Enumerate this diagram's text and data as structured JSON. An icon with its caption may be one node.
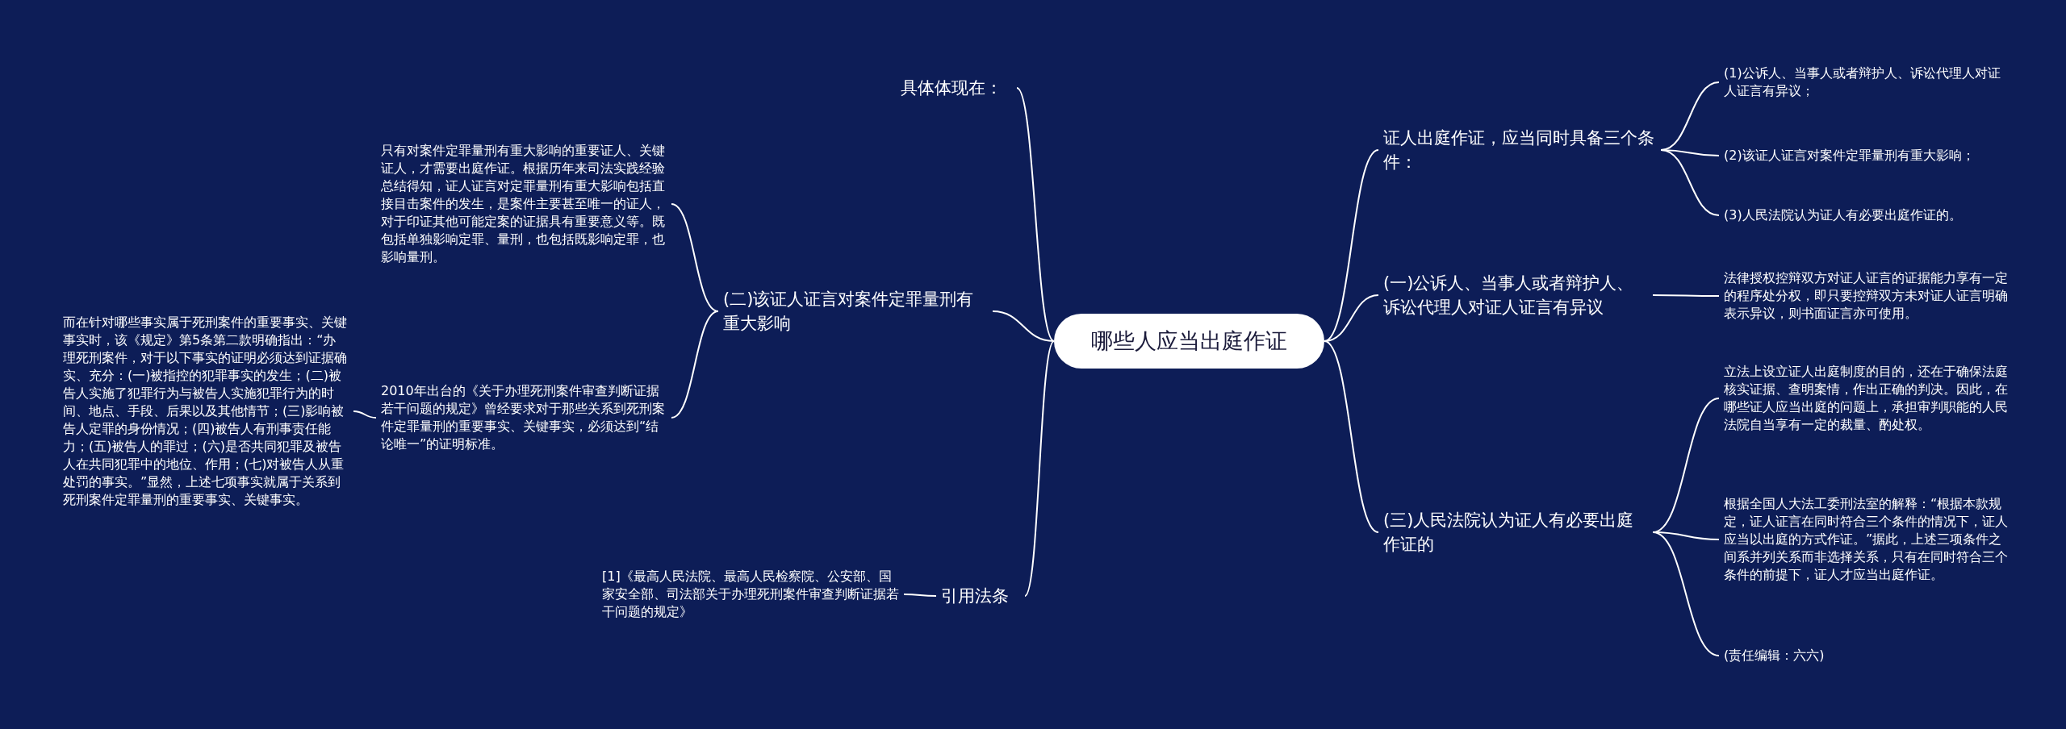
{
  "diagram": {
    "nodes": [
      {
        "text": [
          "哪些人应当出庭作证"
        ]
      },
      {
        "text": [
          "具体体现在："
        ]
      },
      {
        "text": [
          "(二)该证人证言对案件定罪量刑有重大影响"
        ]
      },
      {
        "text": [
          "只有对案件定罪量刑有重大影响的重要证人、关键证人，才需要出庭作证。根据历年来司法实践经验总结得知，证人证言对定罪量刑有重大影响包括直接目击案件的发生，是案件主要甚至唯一的证人，对于印证其他可能定案的证据具有重要意义等。既包括单独影响定罪、量刑，也包括既影响定罪，也影响量刑。"
        ]
      },
      {
        "text": [
          "2010年出台的《关于办理死刑案件审查判断证据若干问题的规定》曾经要求对于那些关系到死刑案件定罪量刑的重要事实、关键事实，必须达到“结论唯一”的证明标准。"
        ]
      },
      {
        "text": [
          "而在针对哪些事实属于死刑案件的重要事实、关键事实时，该《规定》第5条第二款明确指出：“办理死刑案件，对于以下事实的证明必须达到证据确实、充分：(一)被指控的犯罪事实的发生；(二)被告人实施了犯罪行为与被告人实施犯罪行为的时间、地点、手段、后果以及其他情节；(三)影响被告人定罪的身份情况；(四)被告人有刑事责任能力；(五)被告人的罪过；(六)是否共同犯罪及被告人在共同犯罪中的地位、作用；(七)对被告人从重处罚的事实。”显然，上述七项事实就属于关系到死刑案件定罪量刑的重要事实、关键事实。"
        ]
      },
      {
        "text": [
          "引用法条"
        ]
      },
      {
        "text": [
          "[1]《最高人民法院、最高人民检察院、公安部、国家安全部、司法部关于办理死刑案件审查判断证据若干问题的规定》"
        ]
      },
      {
        "text": [
          "证人出庭作证，应当同时具备三个条件："
        ]
      },
      {
        "text": [
          "(1)公诉人、当事人或者辩护人、诉讼代理人对证人证言有异议；"
        ]
      },
      {
        "text": [
          "(2)该证人证言对案件定罪量刑有重大影响；"
        ]
      },
      {
        "text": [
          "(3)人民法院认为证人有必要出庭作证的。"
        ]
      },
      {
        "text": [
          "(一)公诉人、当事人或者辩护人、诉讼代理人对证人证言有异议"
        ]
      },
      {
        "text": [
          "法律授权控辩双方对证人证言的证据能力享有一定的程序处分权，即只要控辩双方未对证人证言明确表示异议，则书面证言亦可使用。"
        ]
      },
      {
        "text": [
          "(三)人民法院认为证人有必要出庭作证的"
        ]
      },
      {
        "text": [
          "立法上设立证人出庭制度的目的，还在于确保法庭核实证据、查明案情，作出正确的判决。因此，在哪些证人应当出庭的问题上，承担审判职能的人民法院自当享有一定的裁量、酌处权。"
        ]
      },
      {
        "text": [
          "根据全国人大法工委刑法室的解释：“根据本款规定，证人证言在同时符合三个条件的情况下，证人应当以出庭的方式作证。”据此，上述三项条件之间系并列关系而非选择关系，只有在同时符合三个条件的前提下，证人才应当出庭作证。"
        ]
      },
      {
        "text": [
          "(责任编辑：六六)"
        ]
      }
    ],
    "edges": [
      {
        "from": 0,
        "to": 1,
        "arrow": "none"
      },
      {
        "from": 0,
        "to": 2,
        "arrow": "none"
      },
      {
        "from": 2,
        "to": 3,
        "arrow": "none"
      },
      {
        "from": 2,
        "to": 4,
        "arrow": "none"
      },
      {
        "from": 4,
        "to": 5,
        "arrow": "none"
      },
      {
        "from": 0,
        "to": 6,
        "arrow": "none"
      },
      {
        "from": 6,
        "to": 7,
        "arrow": "none"
      },
      {
        "from": 0,
        "to": 8,
        "arrow": "none"
      },
      {
        "from": 8,
        "to": 9,
        "arrow": "none"
      },
      {
        "from": 8,
        "to": 10,
        "arrow": "none"
      },
      {
        "from": 8,
        "to": 11,
        "arrow": "none"
      },
      {
        "from": 0,
        "to": 12,
        "arrow": "none"
      },
      {
        "from": 12,
        "to": 13,
        "arrow": "none"
      },
      {
        "from": 0,
        "to": 14,
        "arrow": "none"
      },
      {
        "from": 14,
        "to": 15,
        "arrow": "none"
      },
      {
        "from": 14,
        "to": 16,
        "arrow": "none"
      },
      {
        "from": 14,
        "to": 17,
        "arrow": "none"
      }
    ]
  }
}
